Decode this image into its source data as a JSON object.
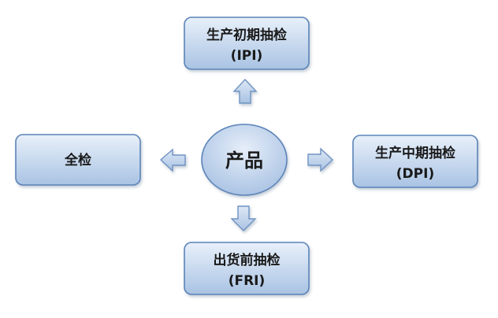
{
  "center": {
    "label": "产品"
  },
  "nodes": {
    "top": {
      "line1": "生产初期抽检",
      "line2": "(IPI)"
    },
    "right": {
      "line1": "生产中期抽检",
      "line2": "(DPI)"
    },
    "bottom": {
      "line1": "出货前抽检",
      "line2": "(FRI)"
    },
    "left": {
      "line1": "全检"
    }
  },
  "colors": {
    "box_fill_top": "#e8f0fa",
    "box_fill_bottom": "#a9c3e3",
    "box_stroke": "#5b84b8",
    "arrow_fill": "#bcd1ea",
    "text": "#1a1a1a"
  }
}
